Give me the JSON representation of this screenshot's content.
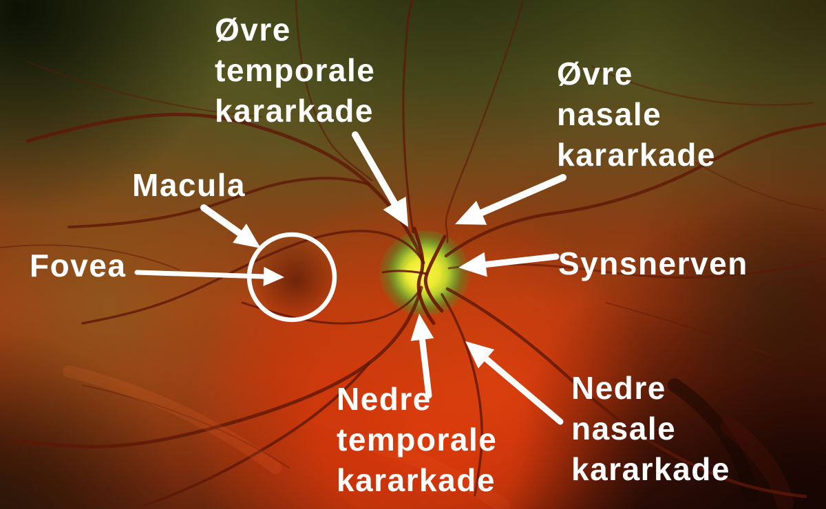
{
  "figure": {
    "labels": {
      "ovre_temporale": "Øvre\ntemporale\nkararkade",
      "ovre_nasale": "Øvre\nnasale\nkararkade",
      "macula": "Macula",
      "fovea": "Fovea",
      "synsnerven": "Synsnerven",
      "nedre_temporale": "Nedre\ntemporale\nkararkade",
      "nedre_nasale": "Nedre\nnasale\nkararkade"
    },
    "colors": {
      "annotation": "#ffffff",
      "optic_disc_core": "#f4ef3a",
      "optic_disc_halo": "#7f9a29",
      "retina_olive_top": "#51501f",
      "retina_red_mid": "#a63a10",
      "retina_bright_red_bottom": "#e23a0c",
      "retina_dark_corner": "#1c0a04",
      "vessel_dark_red": "#5e1808"
    }
  }
}
